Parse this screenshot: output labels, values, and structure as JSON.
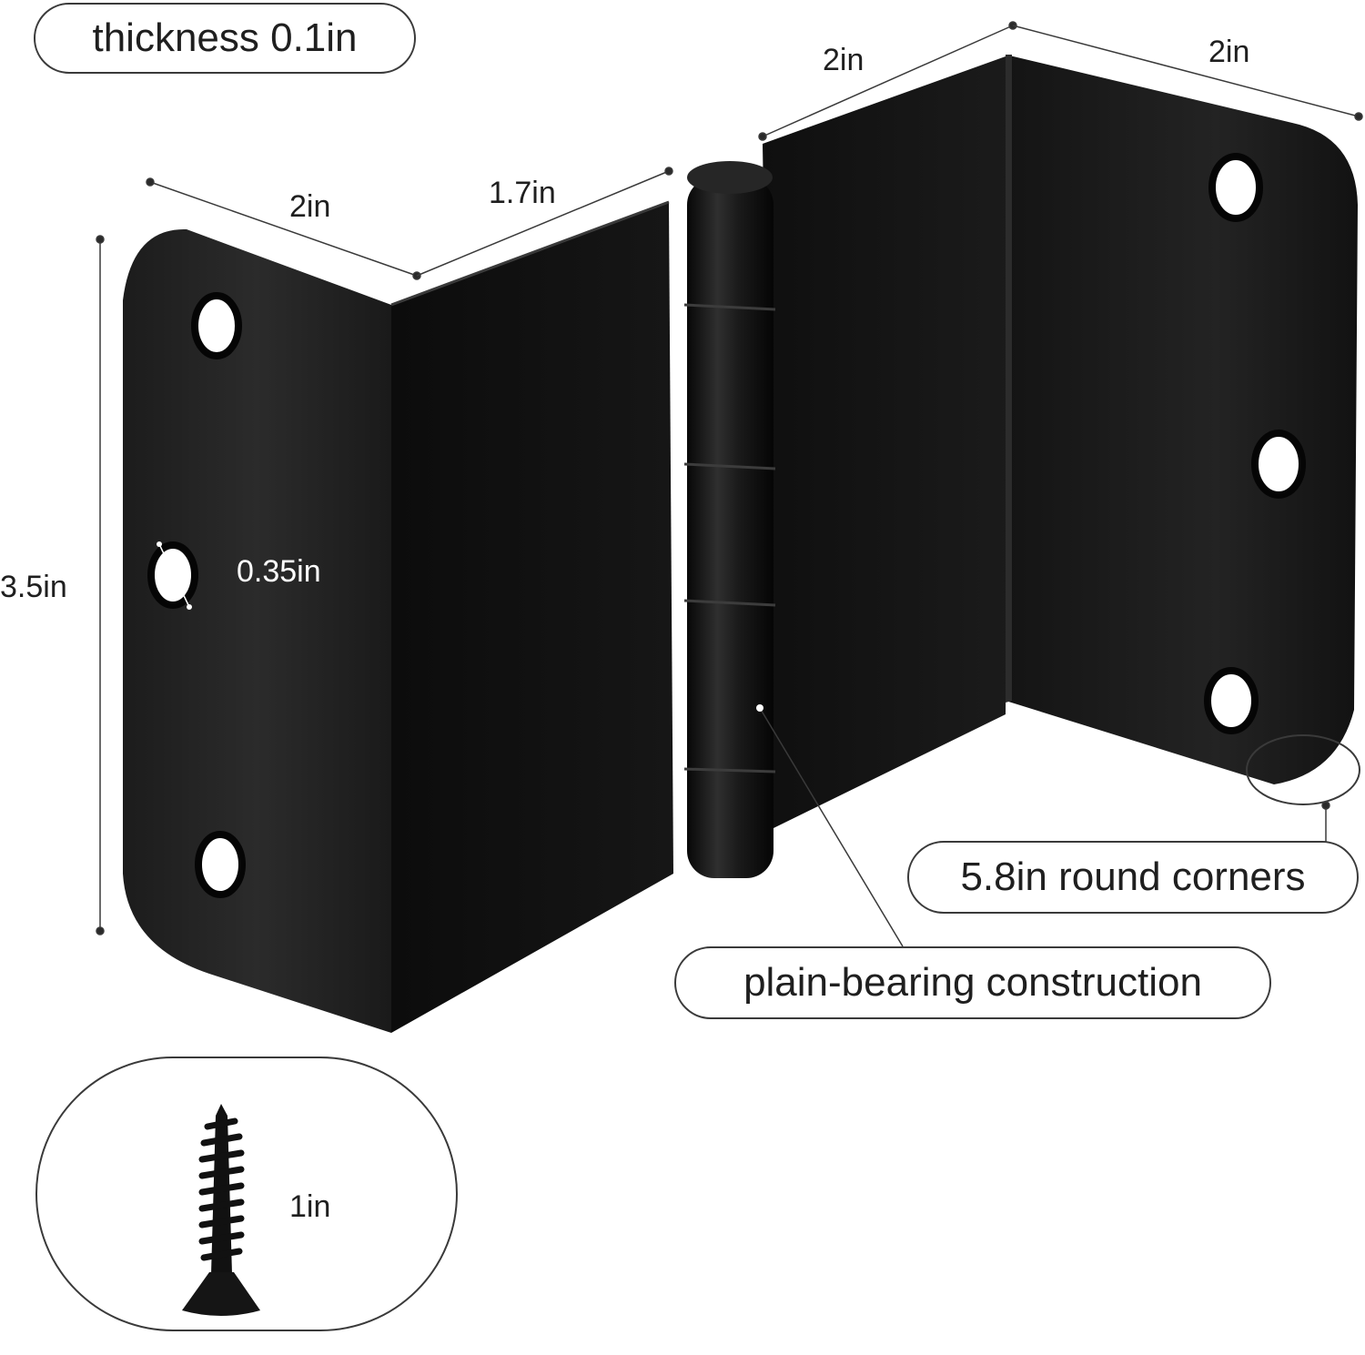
{
  "labels": {
    "thickness": "thickness 0.1in",
    "left_leaf_width": "2in",
    "left_leaf_return": "1.7in",
    "right_leaf_return": "2in",
    "right_leaf_width": "2in",
    "height": "3.5in",
    "hole_diameter": "0.35in",
    "round_corners": "5.8in round corners",
    "bearing": "plain-bearing construction",
    "screw_length": "1in"
  },
  "colors": {
    "hinge_finish": "#141414",
    "annotation_line": "#3a3a3a",
    "background": "#ffffff"
  },
  "icons": {
    "product": "door-hinge-illustration",
    "screw": "wood-screw-icon"
  }
}
